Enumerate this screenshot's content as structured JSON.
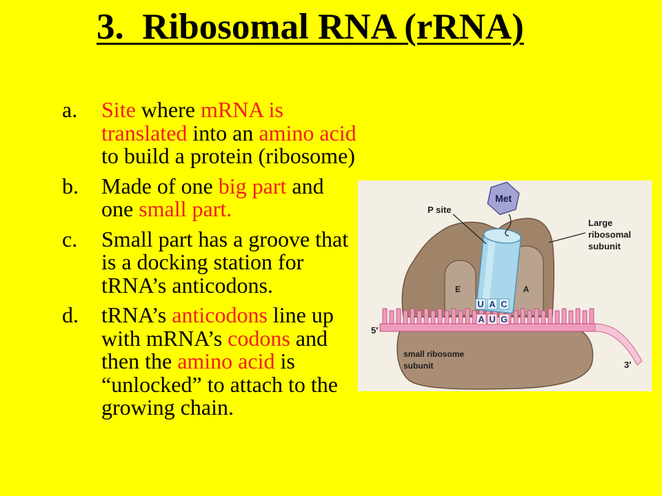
{
  "slide": {
    "title": "3.  Ribosomal RNA (rRNA)",
    "colors": {
      "background": "#ffff00",
      "text": "#000000",
      "highlight": "#f01e1e"
    },
    "items": [
      {
        "marker": "a.",
        "lines": [
          [
            {
              "text": "Site",
              "hl": true
            },
            {
              "text": " where "
            },
            {
              "text": "mRNA is",
              "hl": true
            }
          ],
          [
            {
              "text": "translated",
              "hl": true
            },
            {
              "text": " into an "
            },
            {
              "text": "amino acid",
              "hl": true
            }
          ],
          [
            {
              "text": "to build a protein (ribosome)"
            }
          ]
        ]
      },
      {
        "marker": "b.",
        "lines": [
          [
            {
              "text": "Made of one "
            },
            {
              "text": "big part",
              "hl": true
            },
            {
              "text": " and"
            }
          ],
          [
            {
              "text": "one "
            },
            {
              "text": "small part.",
              "hl": true
            }
          ]
        ]
      },
      {
        "marker": "c.",
        "lines": [
          [
            {
              "text": "Small part has a groove that"
            }
          ],
          [
            {
              "text": "is a docking station for"
            }
          ],
          [
            {
              "text": "tRNA’s anticodons."
            }
          ]
        ]
      },
      {
        "marker": "d.",
        "lines": [
          [
            {
              "text": "tRNA’s "
            },
            {
              "text": "anticodons",
              "hl": true
            },
            {
              "text": " line up"
            }
          ],
          [
            {
              "text": "with mRNA’s "
            },
            {
              "text": "codons",
              "hl": true
            },
            {
              "text": " and"
            }
          ],
          [
            {
              "text": "then the "
            },
            {
              "text": "amino acid",
              "hl": true
            },
            {
              "text": " is"
            }
          ],
          [
            {
              "text": "“unlocked” to attach to the"
            }
          ],
          [
            {
              "text": "growing chain."
            }
          ]
        ]
      }
    ]
  },
  "diagram": {
    "colors": {
      "background": "#f3efe5",
      "large_subunit": "#a0846a",
      "small_subunit": "#a98d74",
      "site_pocket": "#b9a38e",
      "subunit_outline": "#6c533f",
      "mrna": "#ee9cbd",
      "mrna_tail": "#f5c4d7",
      "mrna_outline": "#c5487c",
      "trna": "#a9d6ea",
      "trna_top": "#cde9f5",
      "trna_outline": "#4a8db1",
      "amino_acid": "#a3a3d6",
      "amino_acid_outline": "#4c4c8c",
      "label": "#1d1d1d",
      "codon_letter": "#1d3d78"
    },
    "labels": {
      "met": "Met",
      "p_site": "P site",
      "large_subunit": [
        "Large",
        "ribosomal",
        "subunit"
      ],
      "e_site": "E",
      "a_site": "A",
      "anticodon": [
        "U",
        "A",
        "C"
      ],
      "codon": [
        "A",
        "U",
        "G"
      ],
      "small_subunit": [
        "small ribosome",
        "subunit"
      ],
      "five_prime": "5′",
      "three_prime": "3′"
    }
  }
}
